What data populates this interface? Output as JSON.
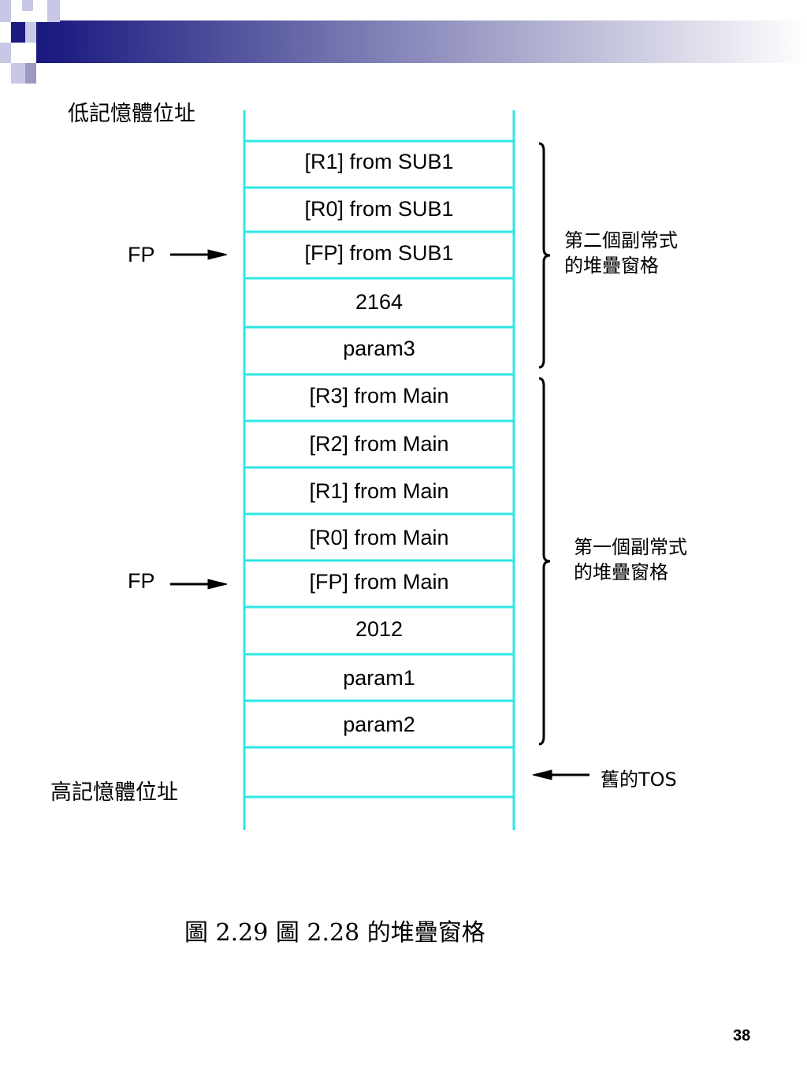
{
  "diagram": {
    "low_address_label": "低記憶體位址",
    "high_address_label": "高記憶體位址",
    "fp_label_top": "FP",
    "fp_label_bottom": "FP",
    "cells": [
      "[R1] from SUB1",
      "[R0] from SUB1",
      "[FP] from SUB1",
      "2164",
      "param3",
      "[R3] from Main",
      "[R2] from Main",
      "[R1] from Main",
      "[R0] from Main",
      "[FP] from Main",
      "2012",
      "param1",
      "param2",
      ""
    ],
    "frame2_label_line1": "第二個副常式",
    "frame2_label_line2": "的堆疊窗格",
    "frame1_label_line1": "第一個副常式",
    "frame1_label_line2": "的堆疊窗格",
    "old_tos_label": "舊的TOS",
    "stack_line_color": "#2ee6e6"
  },
  "caption": "圖 2.29  圖 2.28  的堆疊窗格",
  "page_number": "38"
}
